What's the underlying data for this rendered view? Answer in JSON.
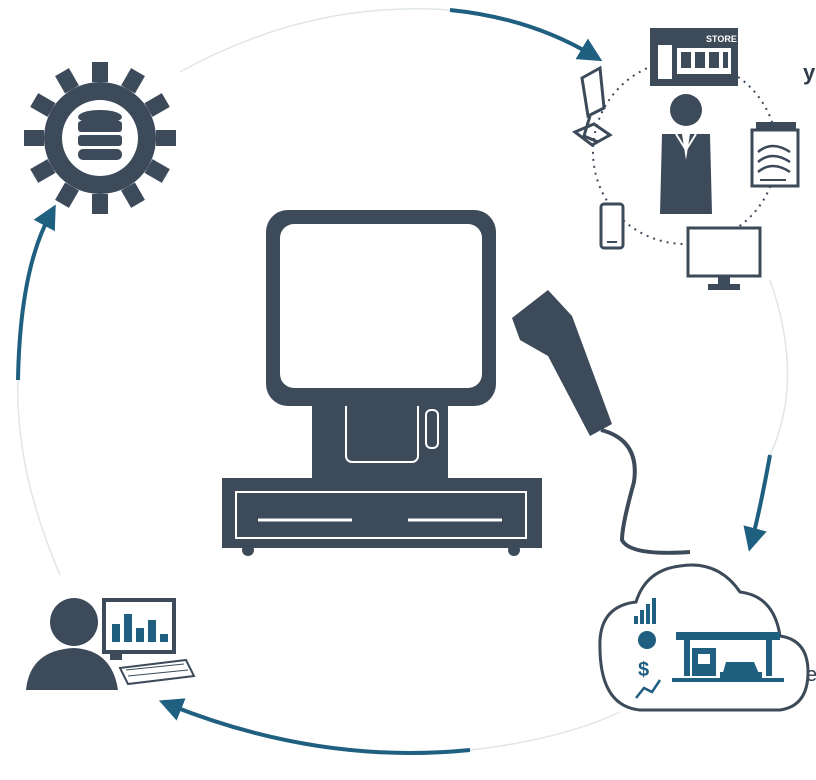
{
  "colors": {
    "dark": "#3d4a5a",
    "accent": "#1f5f80",
    "ring": "#dfe6ea",
    "white": "#ffffff"
  },
  "labels": {
    "store_sign": "STORE",
    "currency_symbol": "$",
    "edge_fragment_top": "y",
    "edge_fragment_side": "e"
  },
  "icons": {
    "center": "pos-terminal-icon",
    "scanner": "barcode-scanner-icon",
    "top_left": "database-gear-icon",
    "top_right": "omnichannel-customer-icon",
    "bottom_right": "cloud-store-analytics-icon",
    "bottom_left": "analyst-workstation-icon"
  }
}
